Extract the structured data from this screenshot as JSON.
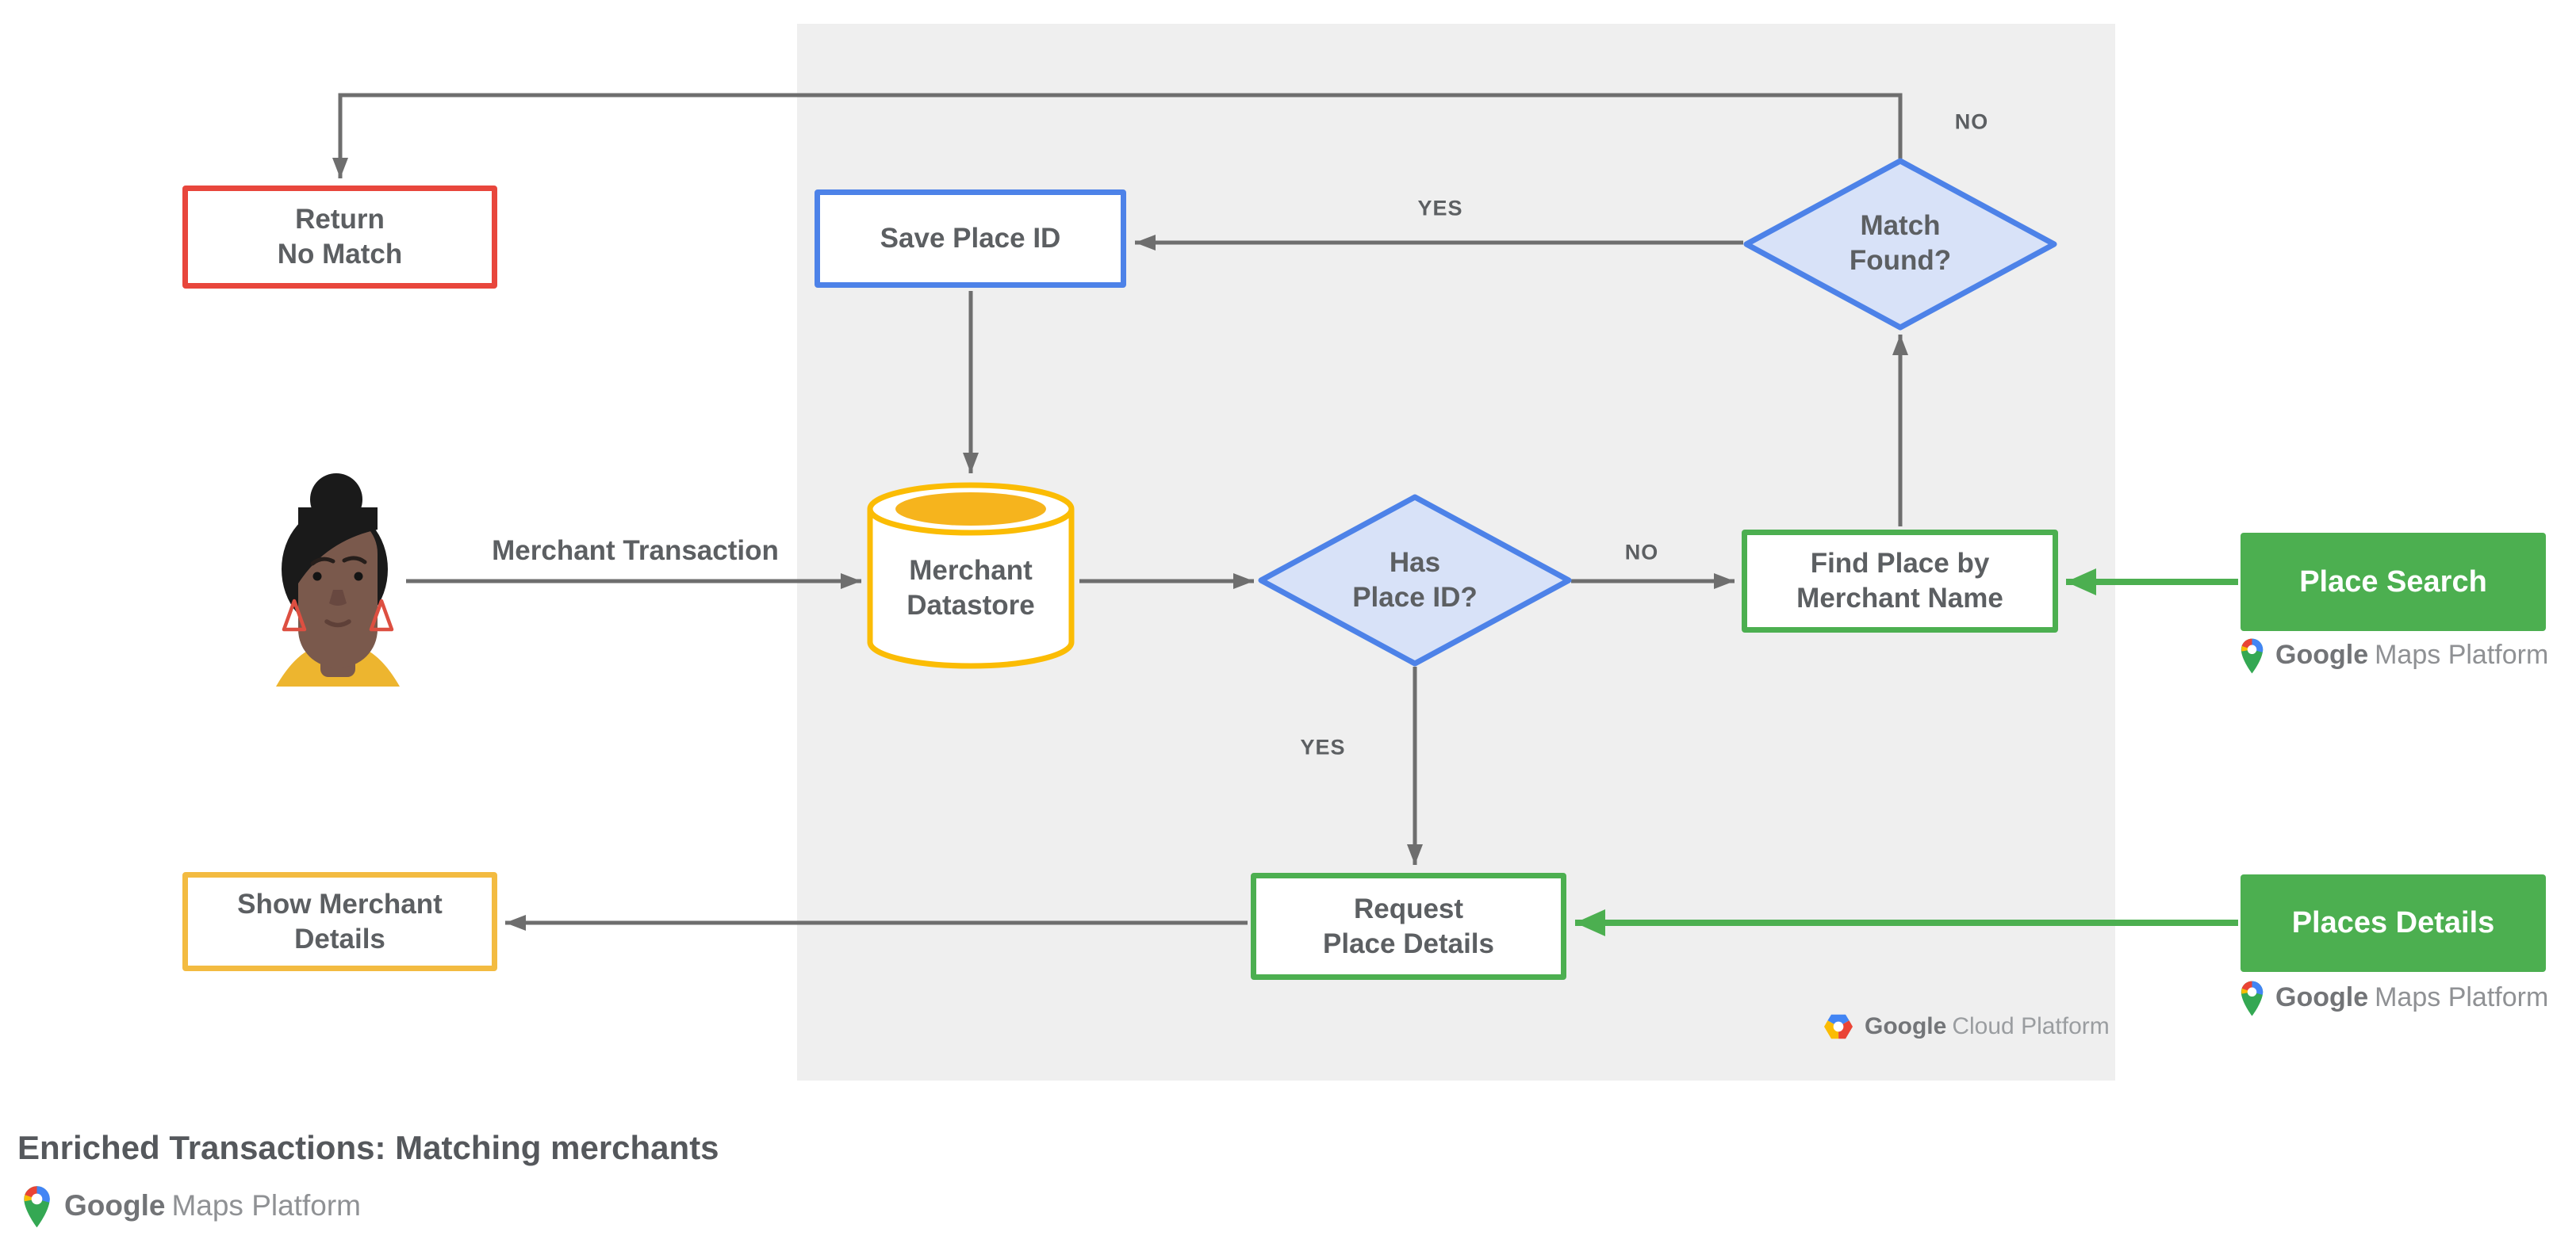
{
  "diagram": {
    "title": "Enriched Transactions: Matching merchants",
    "nodes": {
      "return_no_match": {
        "line1": "Return",
        "line2": "No Match"
      },
      "save_place_id": {
        "line1": "Save Place ID"
      },
      "merchant_datastore": {
        "line1": "Merchant",
        "line2": "Datastore"
      },
      "match_found": {
        "line1": "Match",
        "line2": "Found?"
      },
      "has_place_id": {
        "line1": "Has",
        "line2": "Place ID?"
      },
      "find_place": {
        "line1": "Find Place by",
        "line2": "Merchant Name"
      },
      "request_place_details": {
        "line1": "Request",
        "line2": "Place Details"
      },
      "show_merchant_details": {
        "line1": "Show Merchant",
        "line2": "Details"
      },
      "place_search": {
        "label": "Place Search"
      },
      "places_details": {
        "label": "Places Details"
      }
    },
    "edge_labels": {
      "merchant_transaction": "Merchant Transaction",
      "match_found_yes": "YES",
      "match_found_no": "NO",
      "has_place_id_no": "NO",
      "has_place_id_yes": "YES"
    },
    "logos": {
      "gmp": {
        "google": "Google",
        "product": "Maps Platform"
      },
      "gcp": {
        "google": "Google",
        "product": "Cloud Platform"
      }
    },
    "colors": {
      "red": "#e8463c",
      "blue": "#4d82e8",
      "blue_fill": "#d8e2f8",
      "yellow": "#fbbc04",
      "amber": "#f6b41d",
      "green": "#4caf50",
      "arrow_gray": "#6e6e6e",
      "text_gray": "#5c5f62",
      "panel_gray": "#efefef"
    }
  }
}
